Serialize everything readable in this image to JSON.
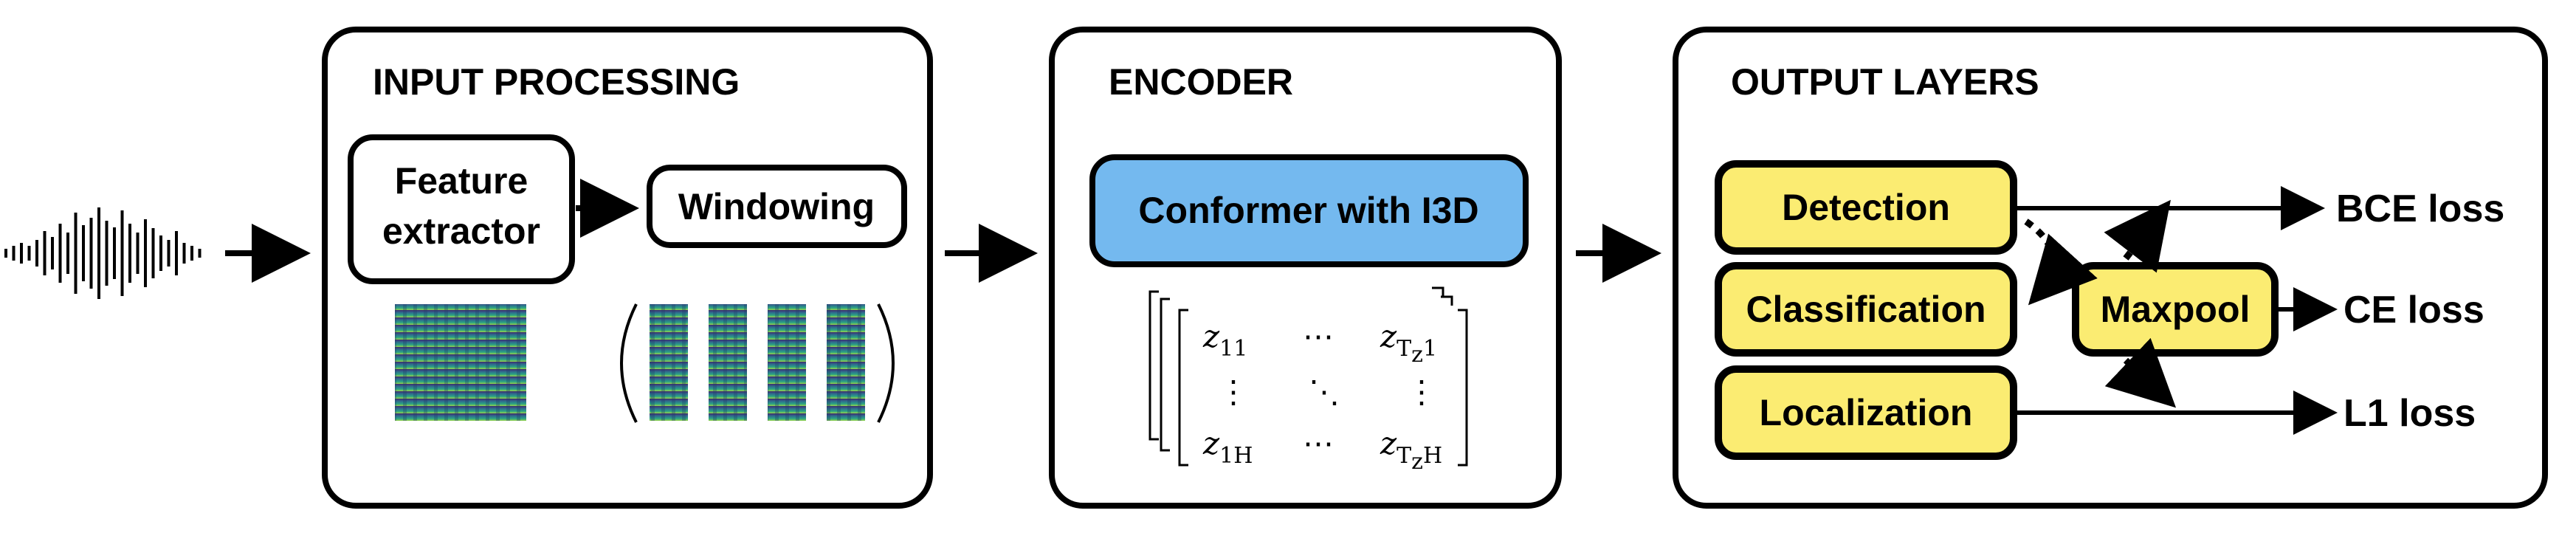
{
  "panels": {
    "input": {
      "title": "INPUT PROCESSING"
    },
    "encoder": {
      "title": "ENCODER"
    },
    "output": {
      "title": "OUTPUT LAYERS"
    }
  },
  "input_processing": {
    "feature_extractor_line1": "Feature",
    "feature_extractor_line2": "extractor",
    "windowing": "Windowing"
  },
  "encoder": {
    "conformer": "Conformer with I3D",
    "matrix": {
      "z11": "z",
      "z11_sub": "11",
      "zT1": "z",
      "zT1_sub": "T",
      "zT1_subsub": "z",
      "zT1_tail": "1",
      "z1H": "z",
      "z1H_sub": "1H",
      "zTH": "z",
      "zTH_sub": "T",
      "zTH_subsub": "z",
      "zTH_tail": "H"
    }
  },
  "output_layers": {
    "detection": "Detection",
    "classification": "Classification",
    "localization": "Localization",
    "maxpool": "Maxpool",
    "losses": {
      "bce": "BCE loss",
      "ce": "CE loss",
      "l1": "L1 loss"
    }
  },
  "colors": {
    "encoder_box": "#74b9ef",
    "output_box": "#fbec72",
    "stroke": "#000000"
  }
}
